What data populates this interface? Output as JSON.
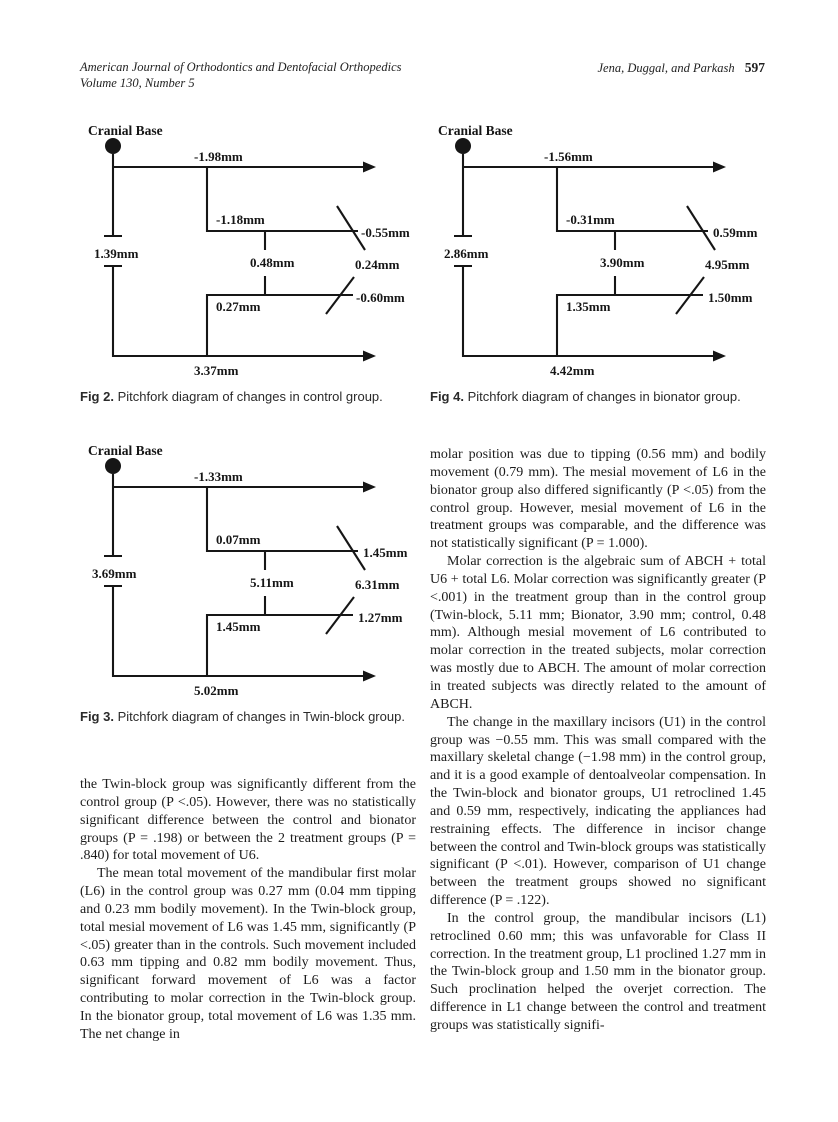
{
  "header": {
    "journal_line1": "American Journal of Orthodontics and Dentofacial Orthopedics",
    "journal_line2": "Volume 130, Number 5",
    "authors": "Jena, Duggal, and Parkash",
    "page_number": "597"
  },
  "figures": [
    {
      "caption_label": "Fig 2.",
      "caption_text": "Pitchfork diagram of changes in control group.",
      "origin_label": "Cranial Base",
      "values": {
        "left": "1.39mm",
        "top": "-1.98mm",
        "upper_mid": "-1.18mm",
        "upper_slash": "-0.55mm",
        "center": "0.48mm",
        "right_center": "0.24mm",
        "lower_mid": "0.27mm",
        "lower_slash": "-0.60mm",
        "bottom": "3.37mm"
      }
    },
    {
      "caption_label": "Fig 4.",
      "caption_text": "Pitchfork diagram of changes in bionator group.",
      "origin_label": "Cranial Base",
      "values": {
        "left": "2.86mm",
        "top": "-1.56mm",
        "upper_mid": "-0.31mm",
        "upper_slash": "0.59mm",
        "center": "3.90mm",
        "right_center": "4.95mm",
        "lower_mid": "1.35mm",
        "lower_slash": "1.50mm",
        "bottom": "4.42mm"
      }
    },
    {
      "caption_label": "Fig 3.",
      "caption_text": "Pitchfork diagram of changes in Twin-block group.",
      "origin_label": "Cranial Base",
      "values": {
        "left": "3.69mm",
        "top": "-1.33mm",
        "upper_mid": "0.07mm",
        "upper_slash": "1.45mm",
        "center": "5.11mm",
        "right_center": "6.31mm",
        "lower_mid": "1.45mm",
        "lower_slash": "1.27mm",
        "bottom": "5.02mm"
      }
    }
  ],
  "columns": {
    "left": [
      "the Twin-block group was significantly different from the control group (P <.05). However, there was no statistically significant difference between the control and bionator groups (P = .198) or between the 2 treatment groups (P = .840) for total movement of U6.",
      "The mean total movement of the mandibular first molar (L6) in the control group was 0.27 mm (0.04 mm tipping and 0.23 mm bodily movement). In the Twin-block group, total mesial movement of L6 was 1.45 mm, significantly (P <.05) greater than in the controls. Such movement included 0.63 mm tipping and 0.82 mm bodily movement. Thus, significant forward movement of L6 was a factor contributing to molar correction in the Twin-block group. In the bionator group, total movement of L6 was 1.35 mm. The net change in"
    ],
    "right": [
      "molar position was due to tipping (0.56 mm) and bodily movement (0.79 mm). The mesial movement of L6 in the bionator group also differed significantly (P <.05) from the control group. However, mesial movement of L6 in the treatment groups was comparable, and the difference was not statistically significant (P = 1.000).",
      "Molar correction is the algebraic sum of ABCH + total U6 + total L6. Molar correction was significantly greater (P <.001) in the treatment group than in the control group (Twin-block, 5.11 mm; Bionator, 3.90 mm; control, 0.48 mm). Although mesial movement of L6 contributed to molar correction in the treated subjects, molar correction was mostly due to ABCH. The amount of molar correction in treated subjects was directly related to the amount of ABCH.",
      "The change in the maxillary incisors (U1) in the control group was −0.55 mm. This was small compared with the maxillary skeletal change (−1.98 mm) in the control group, and it is a good example of dentoalveolar compensation. In the Twin-block and bionator groups, U1 retroclined 1.45 and 0.59 mm, respectively, indicating the appliances had restraining effects. The difference in incisor change between the control and Twin-block groups was statistically significant (P <.01). However, comparison of U1 change between the treatment groups showed no significant difference (P = .122).",
      "In the control group, the mandibular incisors (L1) retroclined 0.60 mm; this was unfavorable for Class II correction. In the treatment group, L1 proclined 1.27 mm in the Twin-block group and 1.50 mm in the bionator group. Such proclination helped the overjet correction. The difference in L1 change between the control and treatment groups was statistically signifi-"
    ]
  }
}
